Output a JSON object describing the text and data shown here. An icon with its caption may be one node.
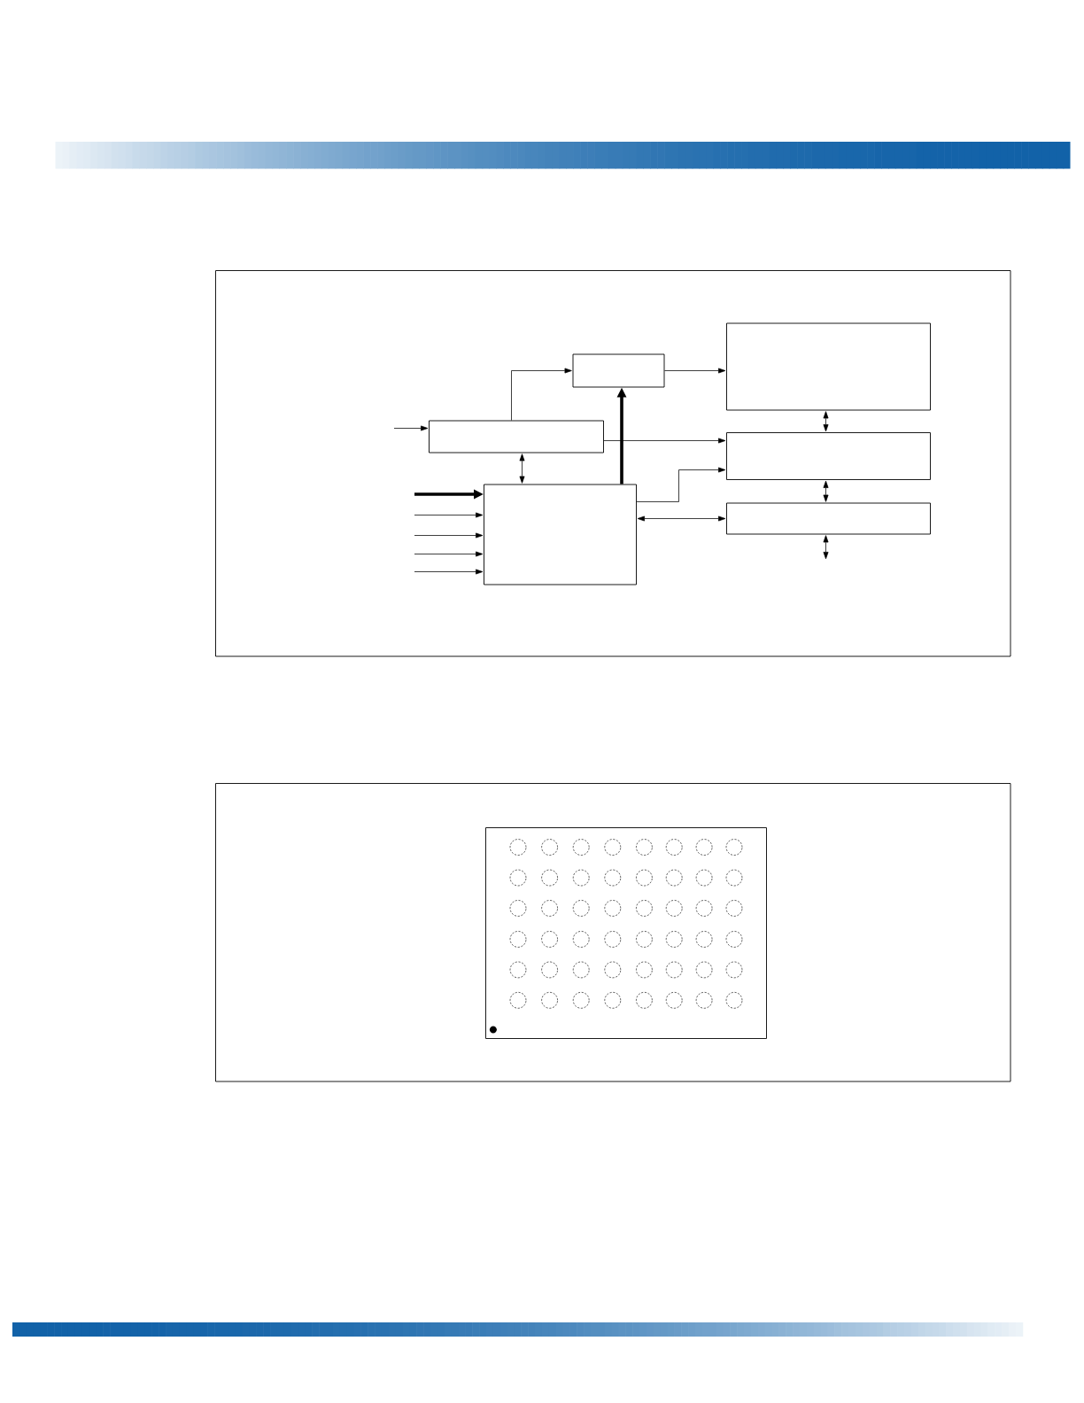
{
  "diagram": {
    "nodes": [
      {
        "text": [],
        "shape": "box"
      },
      {
        "text": [],
        "shape": "box"
      },
      {
        "text": [],
        "shape": "box"
      },
      {
        "text": [],
        "shape": "box"
      },
      {
        "text": [],
        "shape": "box"
      },
      {
        "text": [],
        "shape": "box"
      }
    ],
    "edges": [
      {
        "from": null,
        "to": 2,
        "arrow": "to"
      },
      {
        "from": 2,
        "to": 1,
        "arrow": "to"
      },
      {
        "from": 1,
        "to": 0,
        "arrow": "to"
      },
      {
        "from": 4,
        "to": 1,
        "arrow": "to",
        "style": "thick"
      },
      {
        "from": 2,
        "to": 3,
        "arrow": "to"
      },
      {
        "from": 2,
        "to": 4,
        "arrow": "both"
      },
      {
        "from": 4,
        "to": 3,
        "arrow": "to"
      },
      {
        "from": 4,
        "to": 5,
        "arrow": "both"
      },
      {
        "from": 0,
        "to": 3,
        "arrow": "both"
      },
      {
        "from": 3,
        "to": 5,
        "arrow": "both"
      },
      {
        "from": 5,
        "to": null,
        "arrow": "both"
      },
      {
        "from": null,
        "to": 4,
        "arrow": "to",
        "style": "thick"
      },
      {
        "from": null,
        "to": 4,
        "arrow": "to"
      },
      {
        "from": null,
        "to": 4,
        "arrow": "to"
      },
      {
        "from": null,
        "to": 4,
        "arrow": "to"
      },
      {
        "from": null,
        "to": 4,
        "arrow": "to"
      }
    ]
  }
}
